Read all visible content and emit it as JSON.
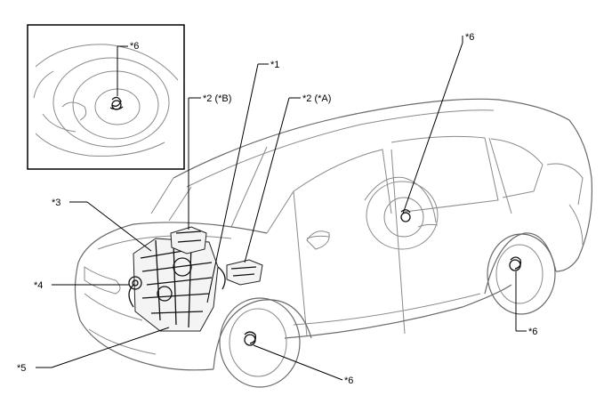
{
  "callouts": {
    "inset_sensor": "*6",
    "front_right_top": "*6",
    "item1": "*1",
    "item2b": "*2 (*B)",
    "item2a": "*2 (*A)",
    "item3": "*3",
    "item4": "*4",
    "item5": "*5",
    "rear_wheel": "*6",
    "front_wheel": "*6"
  }
}
